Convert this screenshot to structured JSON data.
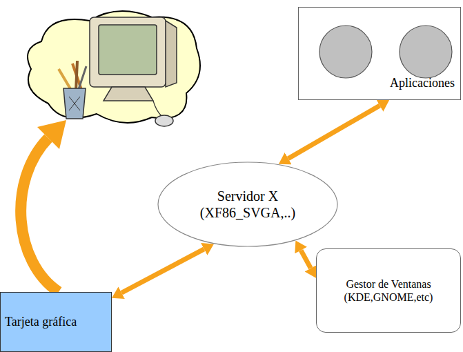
{
  "diagram": {
    "nodes": [
      {
        "text": [
          "Aplicaciones"
        ]
      },
      {
        "text": [
          "Servidor X (XF86_SVGA,..)"
        ]
      },
      {
        "text": [
          "Gestor de Ventanas (KDE,GNOME,etc)"
        ]
      },
      {
        "text": [
          "Tarjeta gráfica"
        ]
      }
    ],
    "edges": [
      {
        "from": 0,
        "to": 1,
        "arrow": "both"
      },
      {
        "from": 1,
        "to": 3,
        "arrow": "both"
      },
      {
        "from": 1,
        "to": 2,
        "arrow": "both"
      }
    ]
  }
}
